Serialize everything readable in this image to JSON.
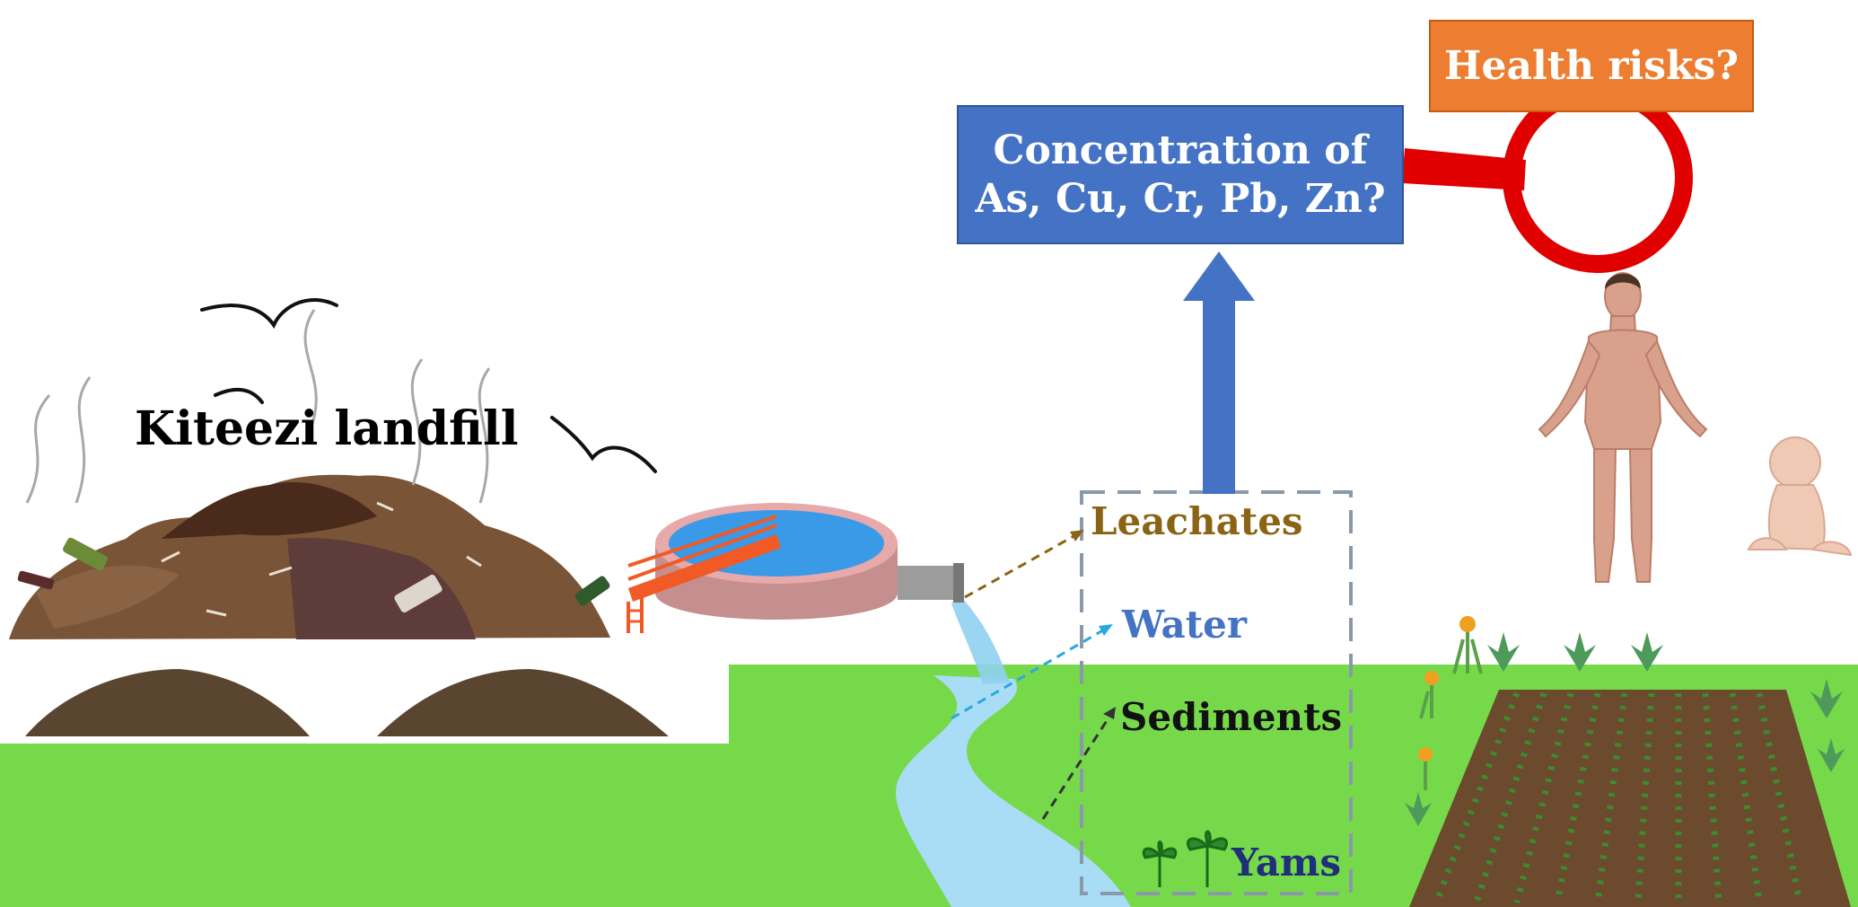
{
  "title": "Kiteezi landfill",
  "concentration": {
    "line1": "Concentration of",
    "line2": "As, Cu, Cr, Pb, Zn?"
  },
  "health": "Health risks?",
  "samples": {
    "leachates": "Leachates",
    "water": "Water",
    "sediments": "Sediments",
    "yams": "Yams"
  },
  "colors": {
    "grass": "#76d94a",
    "river": "#a9dcf5",
    "blue_box": "#4472c4",
    "orange_box": "#ed7d31",
    "magnifier": "#e00000",
    "leachates_text": "#8a6414",
    "water_text": "#4472c4",
    "sediments_text": "#111111",
    "yams_text": "#1f2f7a"
  }
}
